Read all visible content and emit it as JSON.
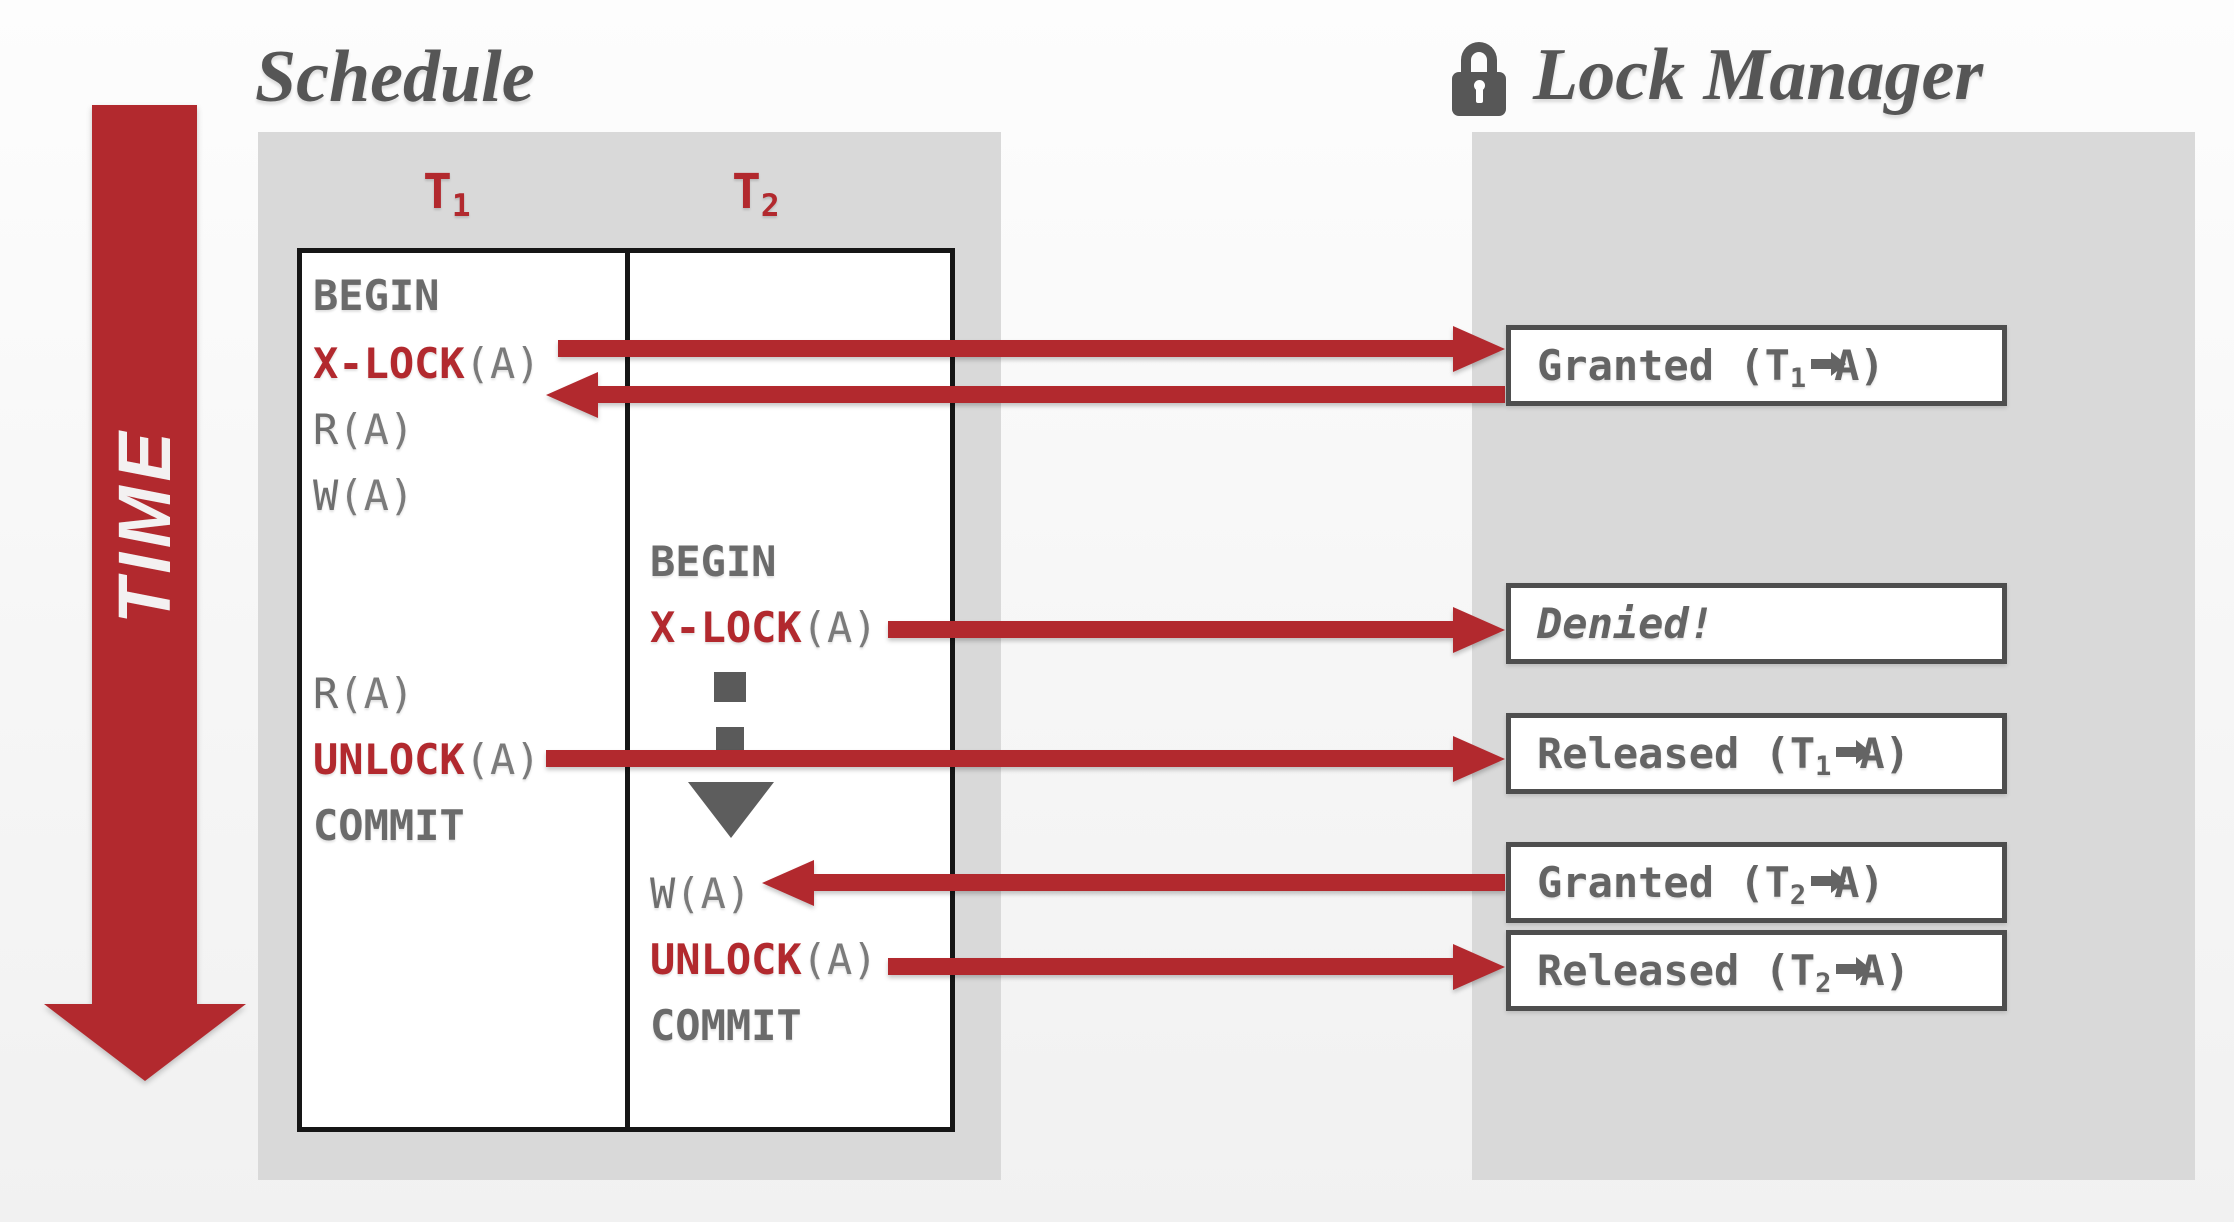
{
  "header": {
    "schedule_title": "Schedule",
    "lock_manager_title": "Lock Manager"
  },
  "time_axis": {
    "label": "TIME"
  },
  "colors": {
    "accent_red": "#b2292e",
    "panel_gray": "#d9d9d9",
    "title_gray": "#565656",
    "text_gray": "#6b6b6b",
    "box_border_gray": "#4e4e4e"
  },
  "schedule": {
    "columns": [
      {
        "base": "T",
        "sub": "1"
      },
      {
        "base": "T",
        "sub": "2"
      }
    ],
    "t1_ops": [
      {
        "kw": "BEGIN",
        "arg": ""
      },
      {
        "kw": "X-LOCK",
        "arg": "(A)"
      },
      {
        "kw": "R",
        "arg": "(A)"
      },
      {
        "kw": "W",
        "arg": "(A)"
      },
      {
        "kw": "R",
        "arg": "(A)"
      },
      {
        "kw": "UNLOCK",
        "arg": "(A)"
      },
      {
        "kw": "COMMIT",
        "arg": ""
      }
    ],
    "t2_ops": [
      {
        "kw": "BEGIN",
        "arg": ""
      },
      {
        "kw": "X-LOCK",
        "arg": "(A)"
      },
      {
        "kw": "W",
        "arg": "(A)"
      },
      {
        "kw": "UNLOCK",
        "arg": "(A)"
      },
      {
        "kw": "COMMIT",
        "arg": ""
      }
    ]
  },
  "lock_manager": {
    "boxes": [
      {
        "prefix": "Granted (T",
        "sub": "1",
        "suffix": "A)"
      },
      {
        "text": "Denied!"
      },
      {
        "prefix": "Released (T",
        "sub": "1",
        "suffix": "A)"
      },
      {
        "prefix": "Granted (T",
        "sub": "2",
        "suffix": "A)"
      },
      {
        "prefix": "Released (T",
        "sub": "2",
        "suffix": "A)"
      }
    ]
  }
}
